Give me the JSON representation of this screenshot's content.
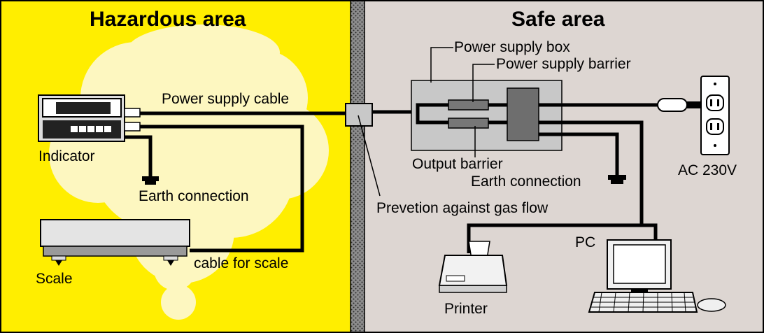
{
  "zones": {
    "hazardous": {
      "title": "Hazardous area",
      "color": "#ffee00"
    },
    "safe": {
      "title": "Safe area",
      "color": "#ddd6d2"
    },
    "wall_color": "#808080",
    "cloud_color": "#fdf7c0"
  },
  "labels": {
    "indicator": "Indicator",
    "power_supply_cable": "Power supply cable",
    "earth_connection_left": "Earth connection",
    "scale": "Scale",
    "cable_for_scale": "cable for scale",
    "power_supply_box": "Power supply box",
    "power_supply_barrier": "Power supply barrier",
    "output_barrier": "Output barrier",
    "earth_connection_right": "Earth connection",
    "prevention_gas_flow": "Prevetion against gas flow",
    "ac": "AC 230V",
    "pc": "PC",
    "printer": "Printer"
  }
}
